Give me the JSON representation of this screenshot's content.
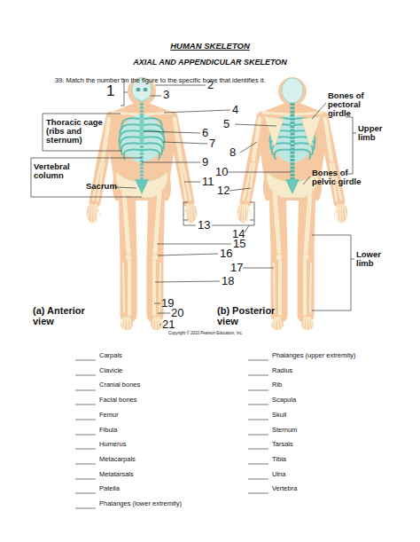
{
  "diagram": {
    "title": "HUMAN SKELETON",
    "labels": [
      "AXIAL AND APPENDICULAR SKELETON",
      "39. Match the number on the figure to the specific bone that identifies it.",
      "1",
      "2",
      "3",
      "Bones of pectoral girdle",
      "4",
      "Thoracic cage (ribs and sternum)",
      "5",
      "Upper limb",
      "6",
      "7",
      "8",
      "9",
      "Vertebral column",
      "10",
      "Bones of pelvic girdle",
      "11",
      "Sacrum",
      "12",
      "13",
      "14",
      "15",
      "16",
      "Lower limb",
      "17",
      "18",
      "19",
      "20",
      "(a) Anterior view",
      "(b) Posterior view",
      "21",
      "Copyright © 2010 Pearson Education, Inc.",
      "Carpals",
      "Phalanges (upper extremity)",
      "Clavicle",
      "Radius",
      "Cranial bones",
      "Rib",
      "Facial bones",
      "Scapula",
      "Femur",
      "Skull",
      "Fibula",
      "Sternum",
      "Humerus",
      "Tarsals",
      "Metacarpals",
      "Tibia",
      "Metatarsals",
      "Ulna",
      "Patella",
      "Vertebra",
      "Phalanges (lower extremity)"
    ]
  }
}
